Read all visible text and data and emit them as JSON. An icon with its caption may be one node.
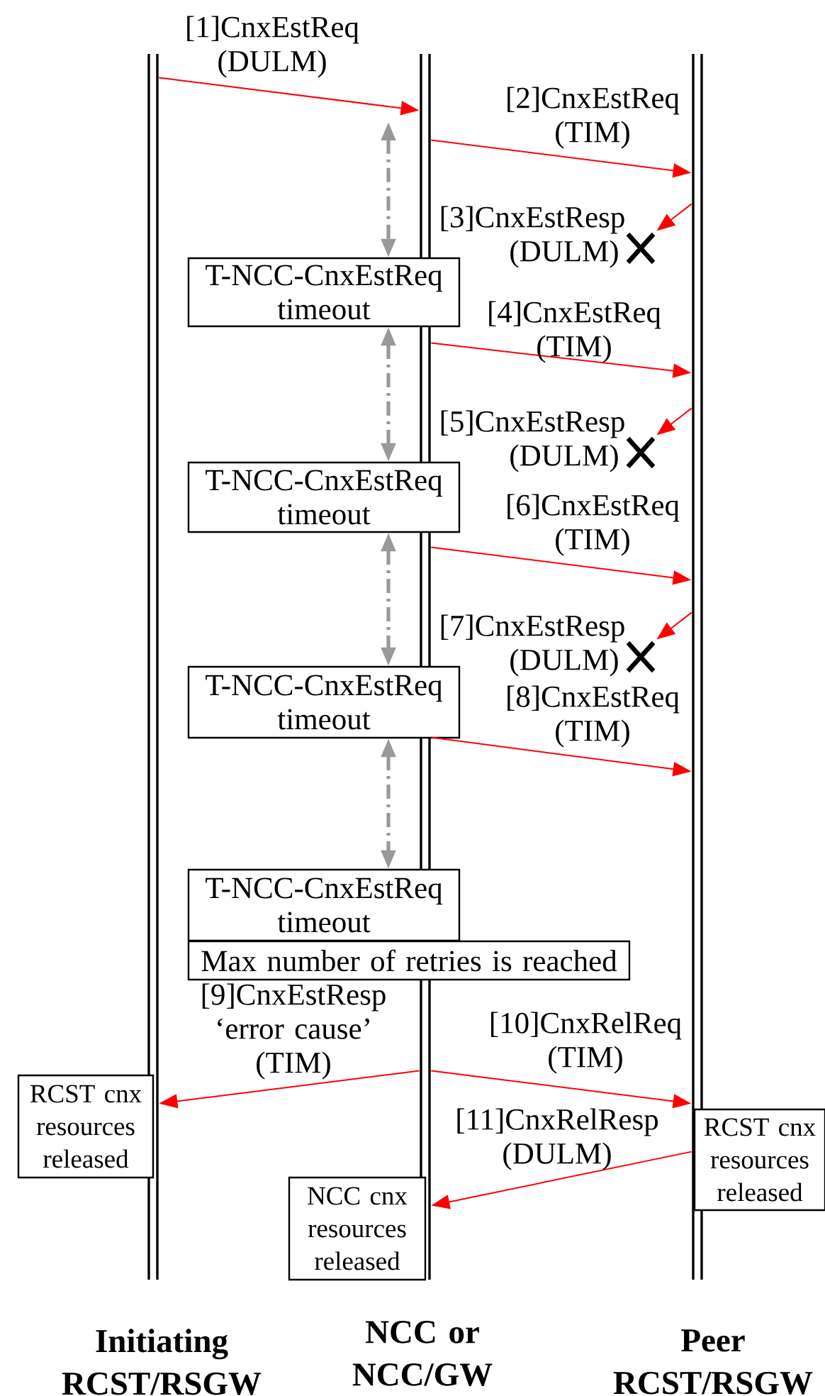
{
  "diagram": {
    "nodes": [
      {
        "text": [],
        "shape": "bar"
      },
      {
        "text": [],
        "shape": "bar"
      },
      {
        "text": [],
        "shape": "bar"
      },
      {
        "text": [
          "T-NCC-CnxEstReq timeout"
        ]
      },
      {
        "text": [
          "T-NCC-CnxEstReq timeout"
        ]
      },
      {
        "text": [
          "T-NCC-CnxEstReq timeout"
        ]
      },
      {
        "text": [
          "T-NCC-CnxEstReq timeout"
        ]
      },
      {
        "text": [
          "Max number of retries is reached"
        ]
      },
      {
        "text": [
          "RCST cnx resources released"
        ]
      },
      {
        "text": [
          "RCST cnx resources released"
        ]
      },
      {
        "text": [
          "NCC cnx resources released"
        ]
      },
      {
        "text": [],
        "shape": "cross"
      },
      {
        "text": [],
        "shape": "cross"
      },
      {
        "text": [],
        "shape": "cross"
      }
    ],
    "edges": [
      {
        "from": 0,
        "to": 1,
        "arrow": "to",
        "label": "[1]CnxEstReq (DULM)"
      },
      {
        "from": 1,
        "to": 2,
        "arrow": "to",
        "label": "[2]CnxEstReq (TIM)"
      },
      {
        "from": 2,
        "to": 11,
        "arrow": "to",
        "label": "[3]CnxEstResp (DULM)"
      },
      {
        "from": 1,
        "to": 2,
        "arrow": "to",
        "label": "[4]CnxEstReq (TIM)"
      },
      {
        "from": 2,
        "to": 12,
        "arrow": "to",
        "label": "[5]CnxEstResp (DULM)"
      },
      {
        "from": 1,
        "to": 2,
        "arrow": "to",
        "label": "[6]CnxEstReq (TIM)"
      },
      {
        "from": 2,
        "to": 13,
        "arrow": "to",
        "label": "[7]CnxEstResp (DULM)"
      },
      {
        "from": 1,
        "to": 2,
        "arrow": "to",
        "label": "[8]CnxEstReq (TIM)"
      },
      {
        "from": null,
        "to": 3,
        "arrow": "both",
        "style": "dashed",
        "color": "#999999"
      },
      {
        "from": 3,
        "to": 4,
        "arrow": "both",
        "style": "dashed",
        "color": "#999999"
      },
      {
        "from": 4,
        "to": 5,
        "arrow": "both",
        "style": "dashed",
        "color": "#999999"
      },
      {
        "from": 5,
        "to": 6,
        "arrow": "both",
        "style": "dashed",
        "color": "#999999"
      },
      {
        "from": 1,
        "to": 0,
        "arrow": "to",
        "label": "[9]CnxEstResp ‘error cause’ (TIM)"
      },
      {
        "from": 1,
        "to": 2,
        "arrow": "to",
        "label": "[10]CnxRelReq (TIM)"
      },
      {
        "from": 2,
        "to": 1,
        "arrow": "to",
        "label": "[11]CnxRelResp (DULM)"
      }
    ],
    "labels": [
      "Initiating RCST/RSGW",
      "NCC or NCC/GW",
      "Peer RCST/RSGW"
    ]
  }
}
